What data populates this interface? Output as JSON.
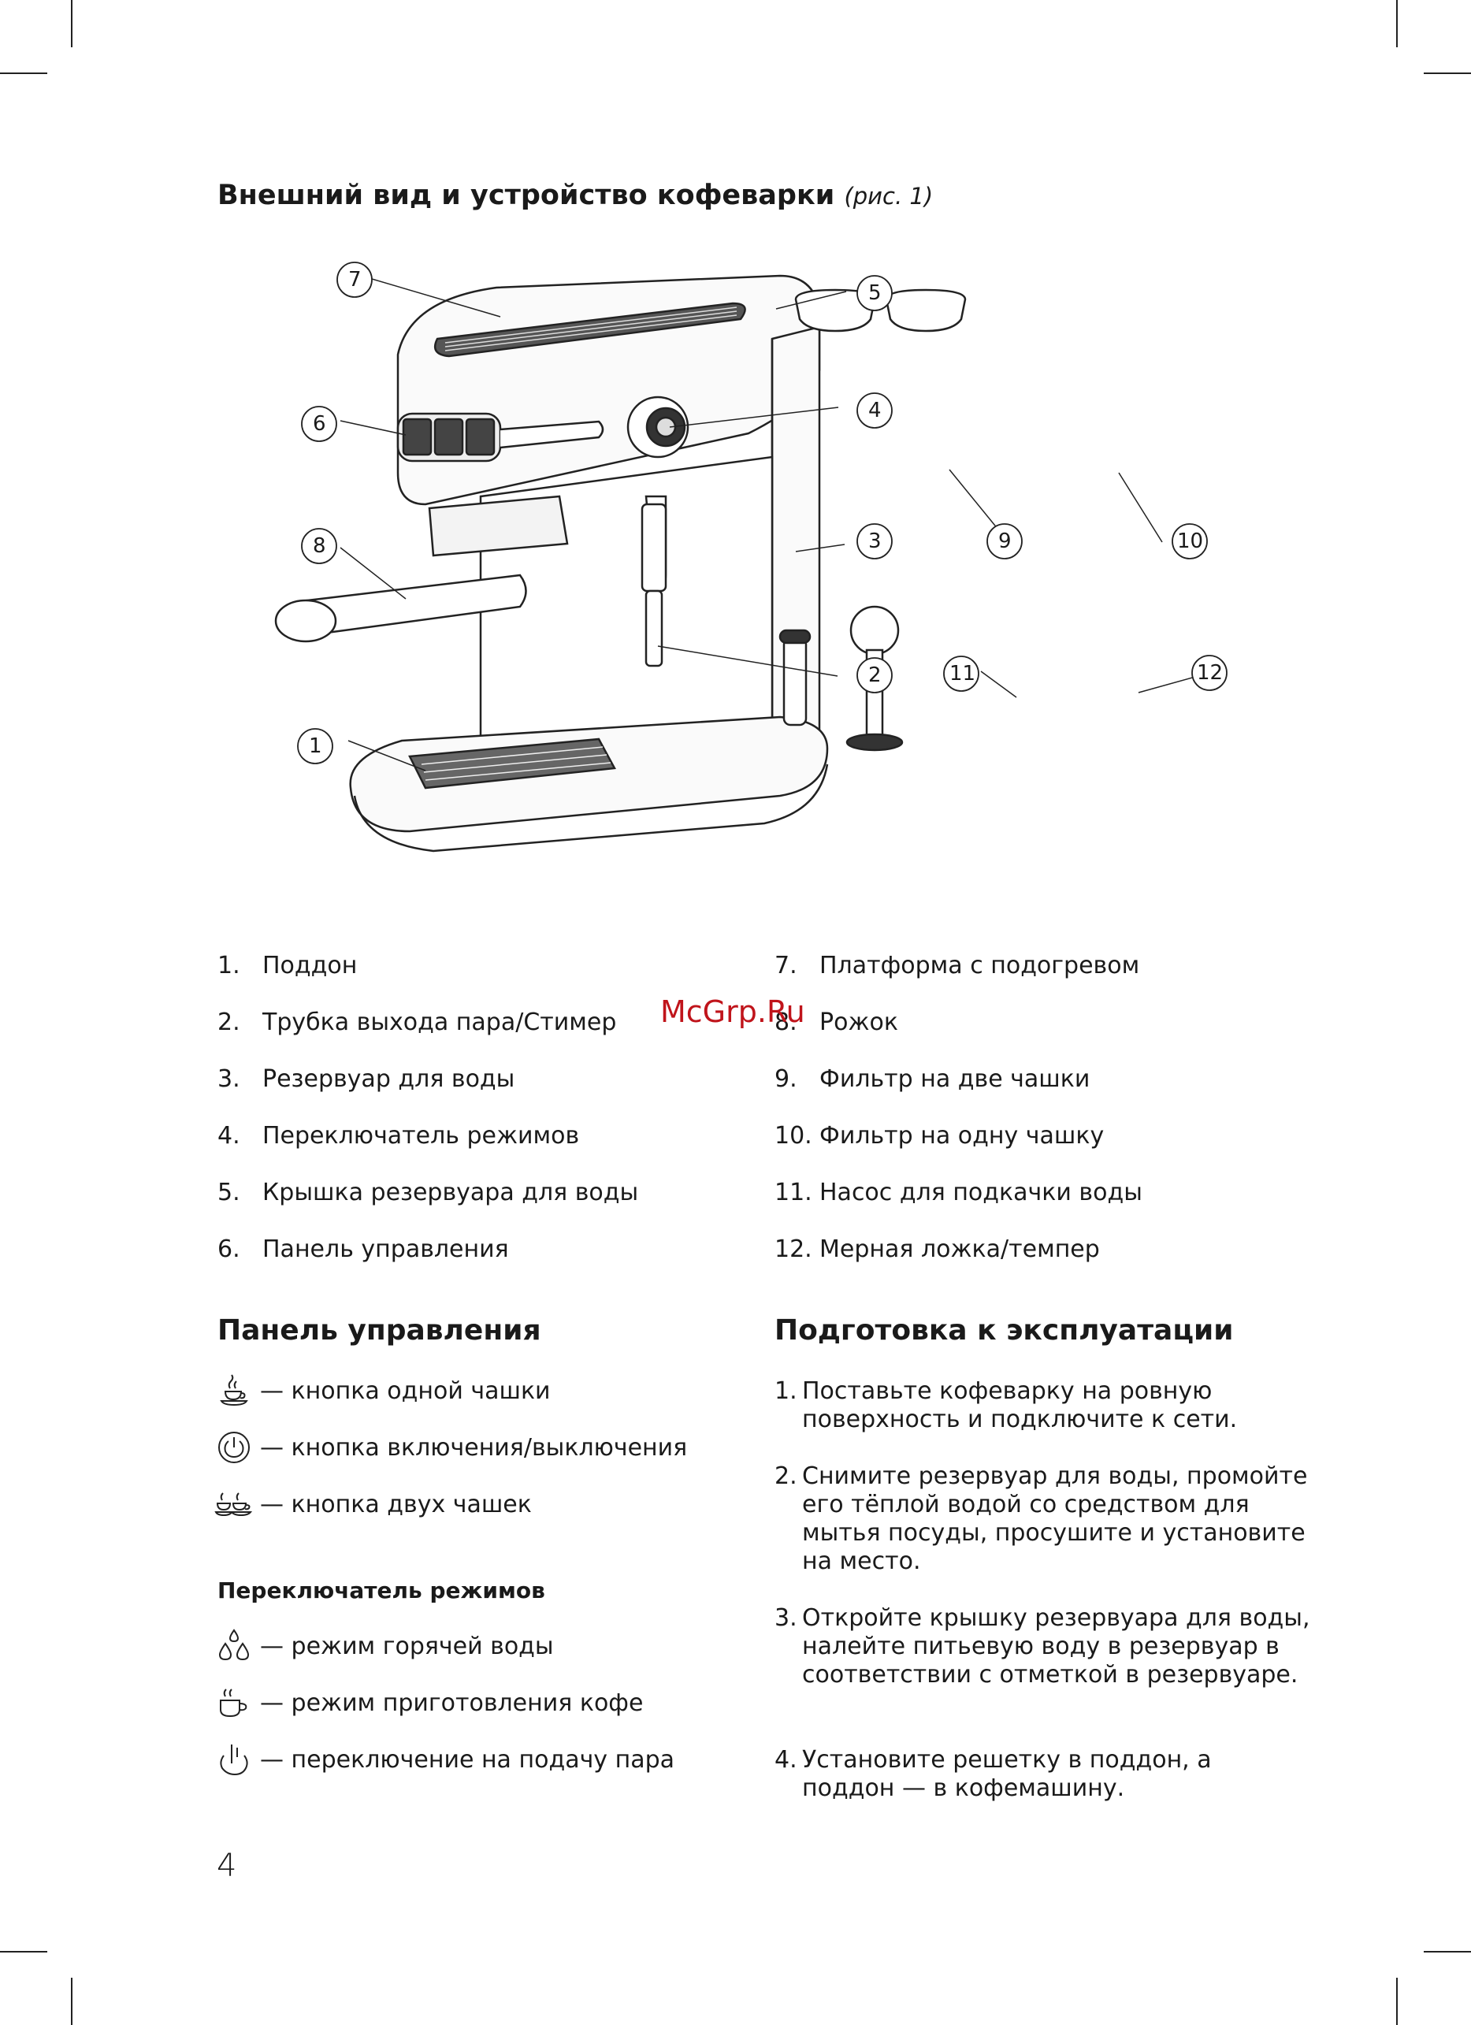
{
  "heading": {
    "title": "Внешний вид и устройство кофеварки",
    "figure_ref": "(рис. 1)"
  },
  "figure": {
    "callouts": [
      "1",
      "2",
      "3",
      "4",
      "5",
      "6",
      "7",
      "8",
      "9",
      "10",
      "11",
      "12"
    ]
  },
  "parts_left": [
    {
      "num": "1.",
      "label": "Поддон"
    },
    {
      "num": "2.",
      "label": "Трубка выхода пара/Стимер"
    },
    {
      "num": "3.",
      "label": "Резервуар для воды"
    },
    {
      "num": "4.",
      "label": "Переключатель режимов"
    },
    {
      "num": "5.",
      "label": "Крышка резервуара для воды"
    },
    {
      "num": "6.",
      "label": "Панель управления"
    }
  ],
  "parts_right": [
    {
      "num": "7.",
      "label": "Платформа с подогревом"
    },
    {
      "num": "8.",
      "label": "Рожок"
    },
    {
      "num": "9.",
      "label": "Фильтр на две чашки"
    },
    {
      "num": "10.",
      "label": "Фильтр на одну чашку"
    },
    {
      "num": "11.",
      "label": "Насос для подкачки воды"
    },
    {
      "num": "12.",
      "label": "Мерная ложка/темпер"
    }
  ],
  "control_panel": {
    "title": "Панель управления",
    "items": [
      {
        "icon": "one-cup-icon",
        "text": "— кнопка одной чашки"
      },
      {
        "icon": "power-icon",
        "text": "— кнопка включения/выключения"
      },
      {
        "icon": "two-cups-icon",
        "text": "— кнопка двух чашек"
      }
    ]
  },
  "mode_switch": {
    "title": "Переключатель режимов",
    "items": [
      {
        "icon": "hot-water-drops-icon",
        "text": "— режим горячей воды"
      },
      {
        "icon": "coffee-cup-icon",
        "text": "— режим приготовления кофе"
      },
      {
        "icon": "steam-icon",
        "text": "— переключение на подачу пара"
      }
    ]
  },
  "preparation": {
    "title": "Подготовка к эксплуатации",
    "steps": [
      {
        "num": "1.",
        "text": "Поставьте кофеварку на ровную поверхность и подключите к сети."
      },
      {
        "num": "2.",
        "text": "Снимите резервуар для воды, промойте его тёплой водой со средством для мытья посуды, просушите и установите на место."
      },
      {
        "num": "3.",
        "text": "Откройте крышку резервуара для воды, налейте питьевую воду в резервуар в соответствии с отметкой в резервуаре."
      },
      {
        "num": "4.",
        "text": "Установите решетку в поддон, а поддон — в кофемашину."
      }
    ]
  },
  "watermark": "McGrp.Ru",
  "page_number": "4"
}
